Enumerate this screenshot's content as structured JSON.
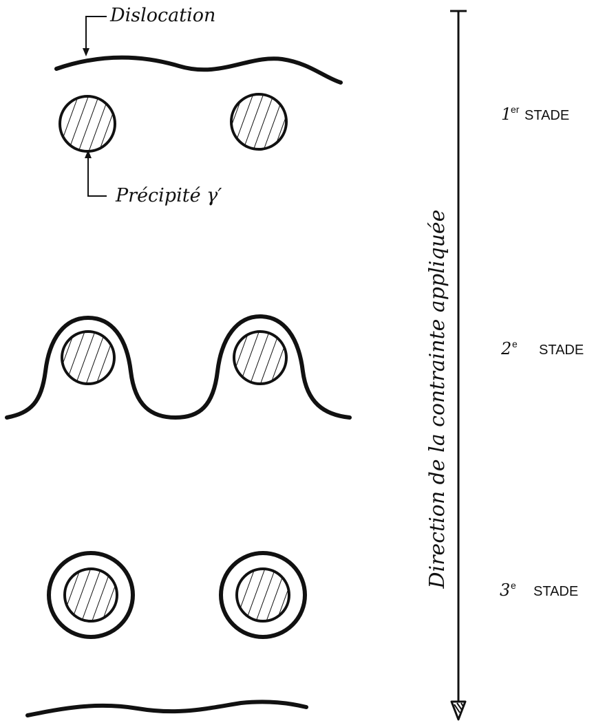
{
  "labels": {
    "dislocation": "Dislocation",
    "precipitate": "Précipité γ′",
    "axis": "Direction de la contrainte appliquée"
  },
  "stages": [
    {
      "number": "1",
      "suffix": "er",
      "word": "STADE"
    },
    {
      "number": "2",
      "suffix": "e",
      "word": "STADE"
    },
    {
      "number": "3",
      "suffix": "e",
      "word": "STADE"
    }
  ],
  "colors": {
    "ink": "#111111",
    "background": "#ffffff"
  }
}
